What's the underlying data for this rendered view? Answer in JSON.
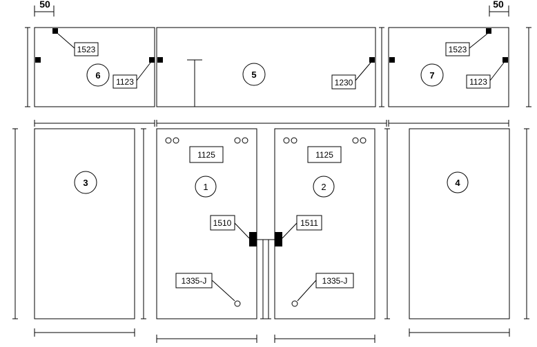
{
  "dimensions": {
    "left_width": "50",
    "right_width": "50"
  },
  "panels": {
    "p1": {
      "number": "1"
    },
    "p2": {
      "number": "2"
    },
    "p3": {
      "number": "3"
    },
    "p4": {
      "number": "4"
    },
    "p5": {
      "number": "5"
    },
    "p6": {
      "number": "6"
    },
    "p7": {
      "number": "7"
    }
  },
  "tags": {
    "p6_hinge_top": "1523",
    "p6_hinge_side": "1123",
    "p5_catch": "1230",
    "p7_hinge_top": "1523",
    "p7_hinge_side": "1123",
    "p1_top": "1125",
    "p2_top": "1125",
    "p1_handle": "1510",
    "p2_handle": "1511",
    "p1_lock": "1335-J",
    "p2_lock": "1335-J"
  }
}
